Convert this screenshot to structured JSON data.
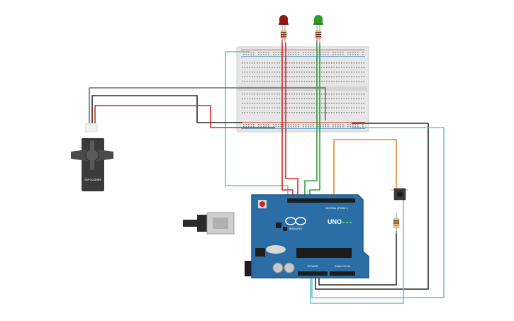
{
  "colors": {
    "background": "#ffffff",
    "board": "#2b6ea6",
    "board_edge": "#1f5787",
    "breadboard": "#e6e6e6",
    "rail_red": "#d9251c",
    "rail_blue": "#3b8cc4",
    "wire_red": "#d9251c",
    "wire_green": "#31a13a",
    "wire_black": "#2a2a2a",
    "wire_gray": "#6f6f6f",
    "wire_teal": "#6cc2c8",
    "wire_orange": "#e38a2a",
    "led_red": "#8f1c14",
    "led_green": "#2f9a2c",
    "servo_body": "#3a3a3a"
  },
  "components": {
    "led_red": "red-led",
    "led_green": "green-led",
    "servo": "micro-servo",
    "pushbutton": "pushbutton",
    "arduino": "arduino-uno",
    "breadboard": "breadboard-half",
    "resistors": 3
  },
  "labels": {
    "servo_model": "SM-S2309S",
    "board_brand": "UNO",
    "board_logo_text": "ARDUINO",
    "digital_header": "DIGITAL (PWM~)",
    "power_header": "POWER",
    "analog_header": "ANALOG IN"
  }
}
